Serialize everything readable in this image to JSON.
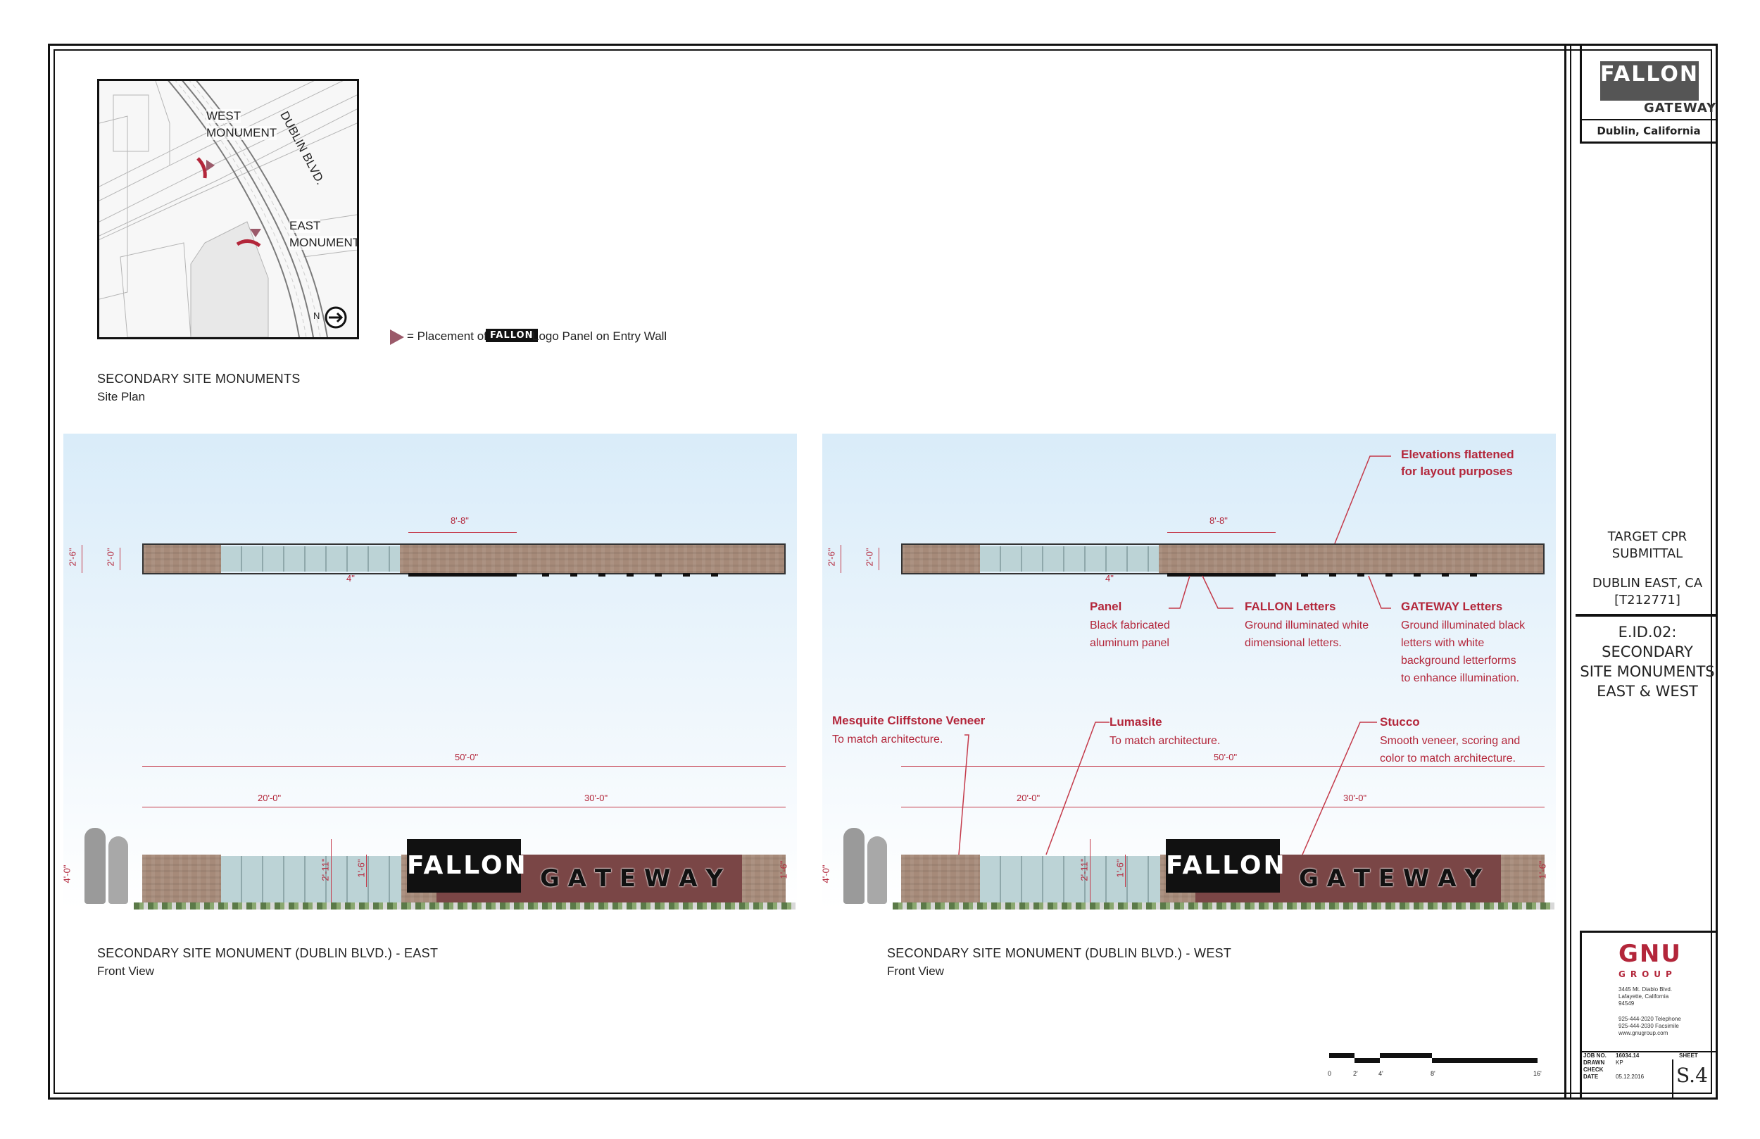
{
  "title_block": {
    "logo_line1": "FALLON",
    "logo_line2": "GATEWAY",
    "location": "Dublin, California",
    "submittal_line1": "TARGET CPR",
    "submittal_line2": "SUBMITTAL",
    "project_line1": "DUBLIN EAST, CA",
    "project_line2": "[T212771]",
    "sheet_code": "E.ID.02:",
    "sheet_title_1": "SECONDARY",
    "sheet_title_2": "SITE MONUMENTS",
    "sheet_title_3": "EAST & WEST",
    "firm_logo": "GNU",
    "firm_logo_sub": "GROUP",
    "firm_address_1": "3445 Mt. Diablo Blvd.",
    "firm_address_2": "Lafayette, California",
    "firm_address_3": "94549",
    "firm_phone_1": "925-444-2020 Telephone",
    "firm_phone_2": "925-444-2030 Facsimile",
    "firm_web": "www.gnugroup.com",
    "job_no_label": "JOB NO.",
    "job_no": "16034.14",
    "drawn_label": "DRAWN",
    "drawn": "KP",
    "check_label": "CHECK",
    "check": "",
    "date_label": "DATE",
    "date": "05.12.2016",
    "sheet_label": "SHEET",
    "sheet": "S.4"
  },
  "site_plan": {
    "label_west": "WEST",
    "label_west2": "MONUMENT",
    "label_east": "EAST",
    "label_east2": "MONUMENT",
    "road": "DUBLIN BLVD.",
    "north": "N",
    "legend_prefix": "= Placement of",
    "legend_logo": "FALLON",
    "legend_suffix": "Logo Panel on Entry Wall",
    "caption_title": "SECONDARY SITE MONUMENTS",
    "caption_sub": "Site Plan"
  },
  "east": {
    "dim_plan_span": "8'-8\"",
    "dim_plan_h1": "2'-6\"",
    "dim_plan_h2": "2'-0\"",
    "dim_plan_small": "4\"",
    "dim_total": "50'-0\"",
    "dim_left": "20'-0\"",
    "dim_right": "30'-0\"",
    "dim_height": "4'-0\"",
    "dim_glass_h": "2'-11\"",
    "dim_letter_h": "1'-6\"",
    "dim_end_h": "1'-6\"",
    "sign_fallon": "FALLON",
    "sign_gateway": "G A T E W A Y",
    "caption_title": "SECONDARY SITE MONUMENT (DUBLIN BLVD.) - EAST",
    "caption_sub": "Front View"
  },
  "west": {
    "dim_plan_span": "8'-8\"",
    "dim_plan_h1": "2'-6\"",
    "dim_plan_h2": "2'-0\"",
    "dim_plan_small": "4\"",
    "dim_total": "50'-0\"",
    "dim_left": "20'-0\"",
    "dim_right": "30'-0\"",
    "dim_height": "4'-0\"",
    "dim_glass_h": "2'-11\"",
    "dim_letter_h": "1'-6\"",
    "dim_end_h": "1'-6\"",
    "sign_fallon": "FALLON",
    "sign_gateway": "G A T E W A Y",
    "caption_title": "SECONDARY SITE MONUMENT (DUBLIN BLVD.) - WEST",
    "caption_sub": "Front View",
    "callouts": {
      "elev_title_1": "Elevations flattened",
      "elev_title_2": "for layout purposes",
      "panel_title": "Panel",
      "panel_1": "Black fabricated",
      "panel_2": "aluminum panel",
      "fallon_title": "FALLON Letters",
      "fallon_1": "Ground illuminated white",
      "fallon_2": "dimensional letters.",
      "gateway_title": "GATEWAY Letters",
      "gateway_1": "Ground illuminated black",
      "gateway_2": "letters with white",
      "gateway_3": "background letterforms",
      "gateway_4": "to enhance illumination.",
      "veneer_title": "Mesquite Cliffstone Veneer",
      "veneer_1": "To match architecture.",
      "lumasite_title": "Lumasite",
      "lumasite_1": "To match architecture.",
      "stucco_title": "Stucco",
      "stucco_1": "Smooth veneer, scoring and",
      "stucco_2": "color to match architecture."
    }
  },
  "scale_bar": {
    "t0": "0",
    "t1": "2'",
    "t2": "4'",
    "t3": "8'",
    "t4": "16'"
  }
}
